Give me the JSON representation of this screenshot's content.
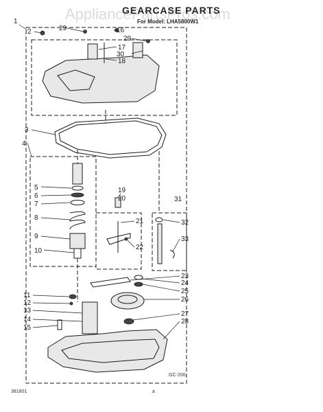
{
  "watermark": "AppliancePartsPros.com",
  "title": "GEARCASE PARTS",
  "subtitle": "For Model: LHA5800W1",
  "footer_left": "381801",
  "footer_center": "a",
  "diagram_code": "GC-200",
  "callouts": {
    "c1": "1",
    "c2": "2",
    "c3": "3",
    "c4": "4",
    "c5": "5",
    "c6": "6",
    "c7": "7",
    "c8": "8",
    "c9": "9",
    "c10": "10",
    "c11": "11",
    "c12": "12",
    "c13": "13",
    "c14": "14",
    "c15": "15",
    "c16": "16",
    "c17": "17",
    "c18": "18",
    "c19": "19",
    "c20": "20",
    "c21": "21",
    "c22": "22",
    "c23": "23",
    "c24": "24",
    "c25": "25",
    "c26": "26",
    "c27": "27",
    "c28": "28",
    "c29a": "29",
    "c29b": "29",
    "c30": "30",
    "c31": "31",
    "c32": "32",
    "c33": "33"
  }
}
